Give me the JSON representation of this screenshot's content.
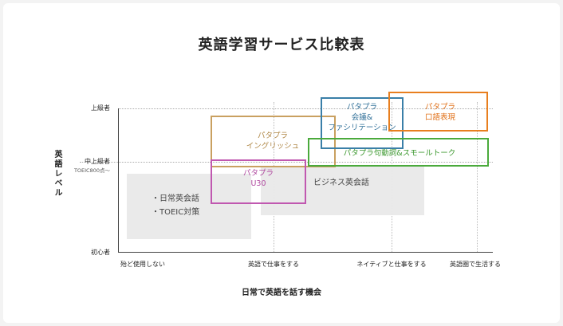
{
  "title": "英語学習サービス比較表",
  "y_axis": {
    "label": "英語レベル",
    "ticks": [
      {
        "label": "上級者",
        "sub": ""
      },
      {
        "label": "中上級者",
        "sub": "TOEIC800点〜"
      },
      {
        "label": "初心者",
        "sub": ""
      }
    ]
  },
  "x_axis": {
    "label": "日常で英語を話す機会",
    "ticks": [
      "殆ど使用しない",
      "英語で仕事をする",
      "ネイティブと仕事をする",
      "英語圏で生活する"
    ]
  },
  "gray_areas": [
    {
      "lines": [
        "・日常英会話",
        "・TOEIC対策"
      ]
    },
    {
      "lines": [
        "ビジネス英会話"
      ]
    }
  ],
  "services": [
    {
      "lines": [
        "パタプラ",
        "イングリッシュ"
      ],
      "color": "#c9a060"
    },
    {
      "lines": [
        "パタプラ",
        "会議&",
        "ファシリテーション"
      ],
      "color": "#3a7fa8"
    },
    {
      "lines": [
        "パタプラ",
        "口語表現"
      ],
      "color": "#e87f1f"
    },
    {
      "lines": [
        "パタプラ句動詞&スモールトーク"
      ],
      "color": "#4aaa3c"
    },
    {
      "lines": [
        "パタプラ",
        "U30"
      ],
      "color": "#c058b0"
    }
  ]
}
